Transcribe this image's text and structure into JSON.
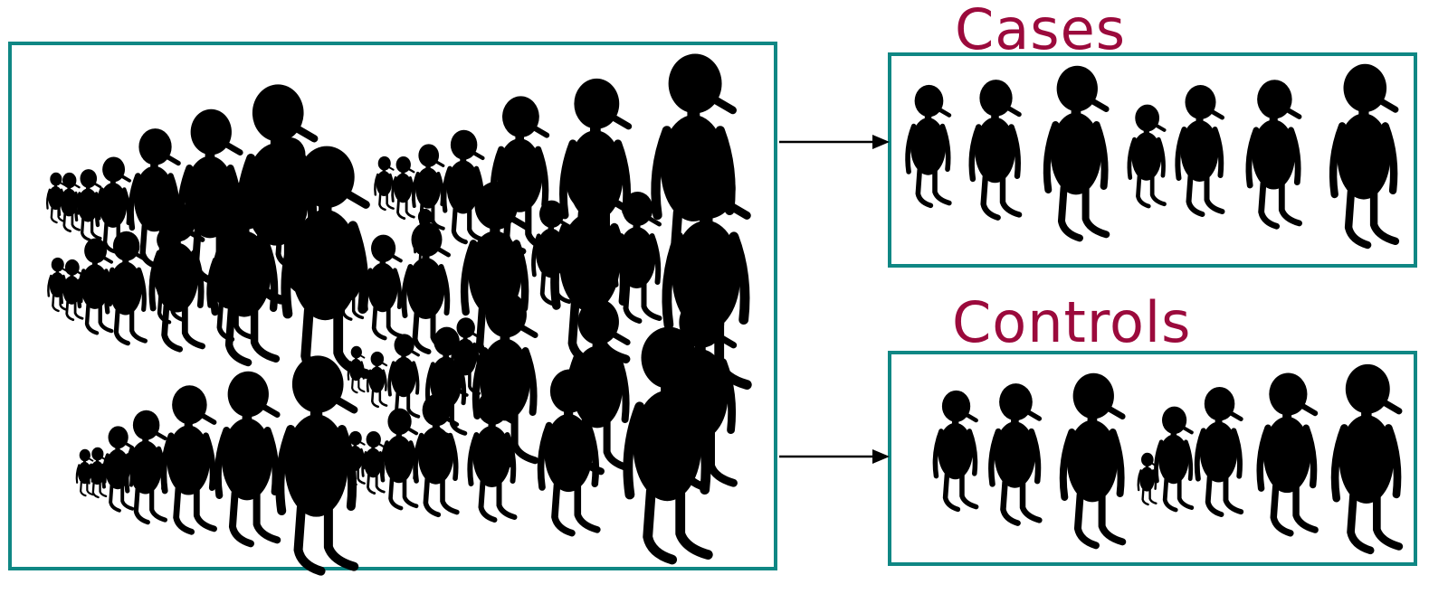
{
  "colors": {
    "frame": "#0f8784",
    "label": "#9b0a3c",
    "figure": "#000000",
    "arrow": "#000000",
    "background": "#ffffff"
  },
  "labels": {
    "cases": "Cases",
    "controls": "Controls"
  },
  "groups": {
    "population": {
      "figure_icon": "person-figure-icon",
      "figure_count": 56
    },
    "cases": {
      "figure_icon": "person-figure-icon",
      "figure_count": 7
    },
    "controls": {
      "figure_icon": "person-figure-icon",
      "figure_count": 8
    }
  },
  "arrows": [
    {
      "from": "population",
      "to": "cases"
    },
    {
      "from": "population",
      "to": "controls"
    }
  ]
}
